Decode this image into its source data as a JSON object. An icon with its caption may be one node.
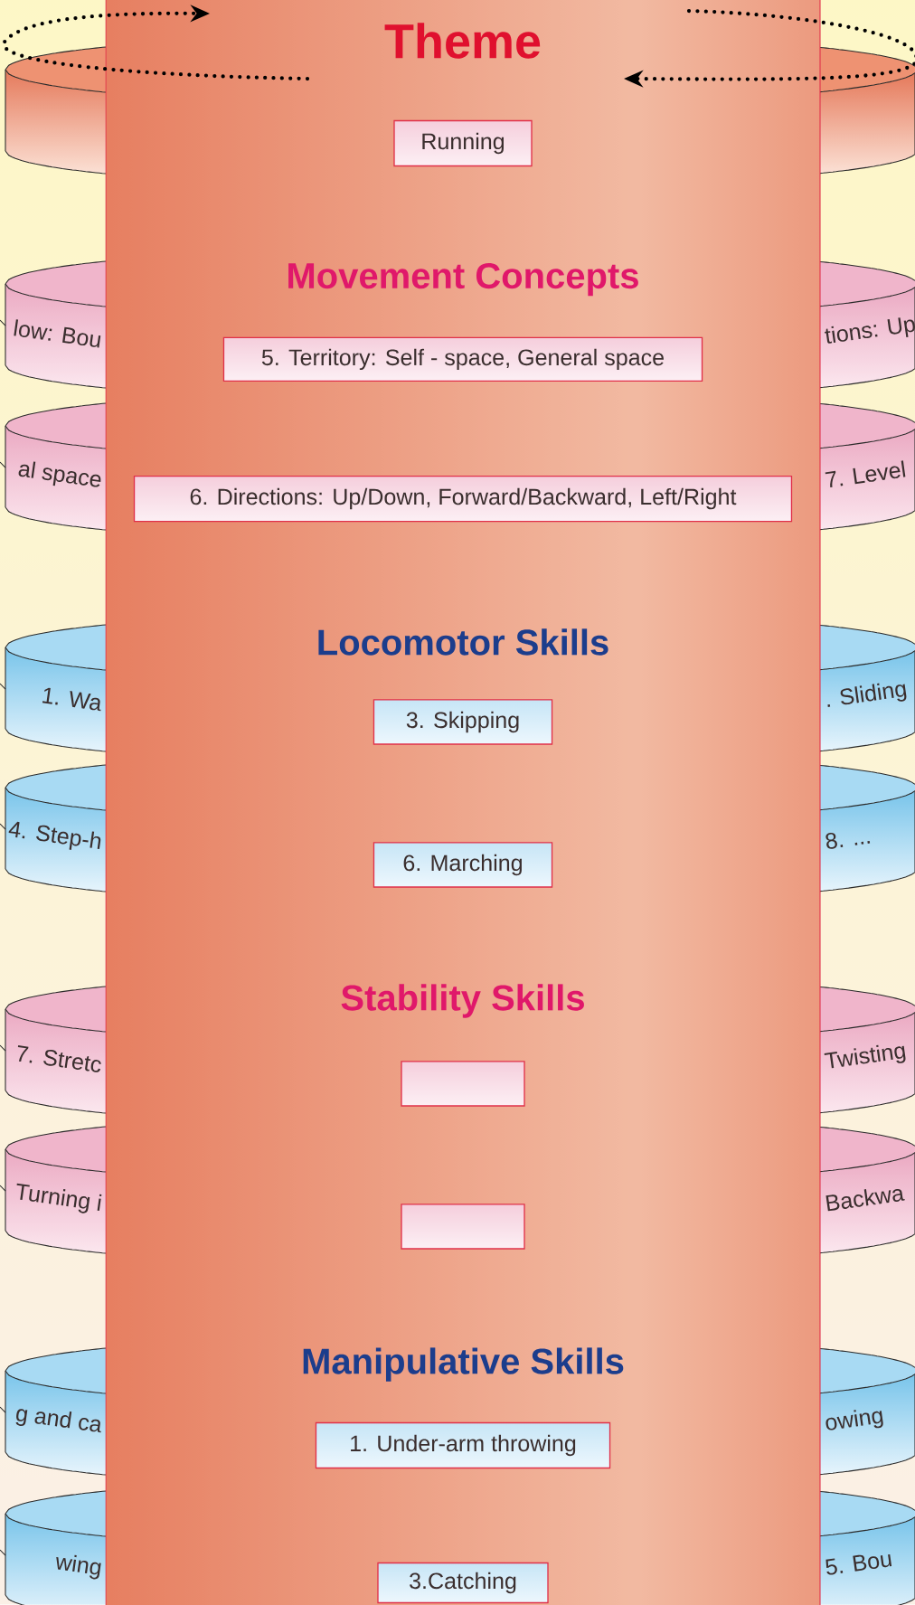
{
  "diagram": {
    "nodes": [
      {
        "text": [
          "Theme",
          "Movement Concepts",
          "Locomotor Skills",
          "Stability Skills",
          "Manipulative Skills"
        ]
      },
      {
        "text": [
          "Running"
        ],
        "in": 0
      },
      {
        "text": [
          "5. Territory: Self - space, General space"
        ],
        "in": 0
      },
      {
        "text": [
          "6. Directions: Up/Down, Forward/Backward, Left/Right"
        ],
        "in": 0
      },
      {
        "text": [
          "3. Skipping"
        ],
        "in": 0
      },
      {
        "text": [
          "6. Marching"
        ],
        "in": 0
      },
      {
        "text": [],
        "shape": "box",
        "in": 0
      },
      {
        "text": [],
        "shape": "box",
        "in": 0
      },
      {
        "text": [
          "1. Under-arm throwing"
        ],
        "in": 0
      },
      {
        "text": [
          "3.Catching"
        ],
        "in": 0
      },
      {
        "text": [],
        "shape": "cylinder"
      },
      {
        "text": [],
        "shape": "cylinder"
      },
      {
        "text": [
          "low: Bou"
        ]
      },
      {
        "text": [
          "tions: Up"
        ]
      },
      {
        "text": [
          "al space"
        ]
      },
      {
        "text": [
          "7. Level"
        ]
      },
      {
        "text": [
          "1. Wa"
        ]
      },
      {
        "text": [
          ". Sliding"
        ]
      },
      {
        "text": [
          "4. Step-h"
        ]
      },
      {
        "text": [
          "8. ..."
        ]
      },
      {
        "text": [
          "7. Stretc"
        ]
      },
      {
        "text": [
          "Twisting"
        ]
      },
      {
        "text": [
          "Turning i"
        ]
      },
      {
        "text": [
          "Backwa"
        ]
      },
      {
        "text": [
          "g and ca"
        ]
      },
      {
        "text": [
          "owing"
        ]
      },
      {
        "text": [
          "wing"
        ]
      },
      {
        "text": [
          "5. Bou"
        ]
      }
    ]
  }
}
